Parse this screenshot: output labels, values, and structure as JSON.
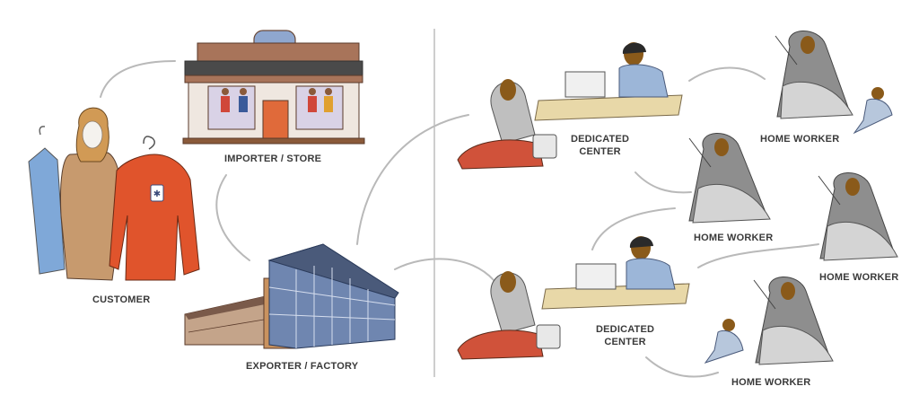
{
  "labels": {
    "customer": "CUSTOMER",
    "importer_store": "IMPORTER / STORE",
    "exporter_factory": "EXPORTER / FACTORY",
    "dedicated_center_line1": "DEDICATED",
    "dedicated_center_line2": "CENTER",
    "home_worker": "HOME WORKER"
  },
  "colors": {
    "connector": "#b9b9b9",
    "label_text": "#3a3a3a",
    "skin": "#8a5a1a",
    "store_wall": "#9c6a4a",
    "building_glass": "#6f86b0",
    "shirt_red": "#e0542c",
    "shirt_blue": "#7fa8d8",
    "sari_gray": "#8e8e8e"
  },
  "icons": {
    "customer": "shopper-with-garments-icon",
    "store": "storefront-icon",
    "factory": "factory-building-icon",
    "worker_sewing": "woman-sewing-icon",
    "machinist": "man-at-sewing-machine-icon",
    "home_worker": "home-worker-embroidering-icon"
  }
}
